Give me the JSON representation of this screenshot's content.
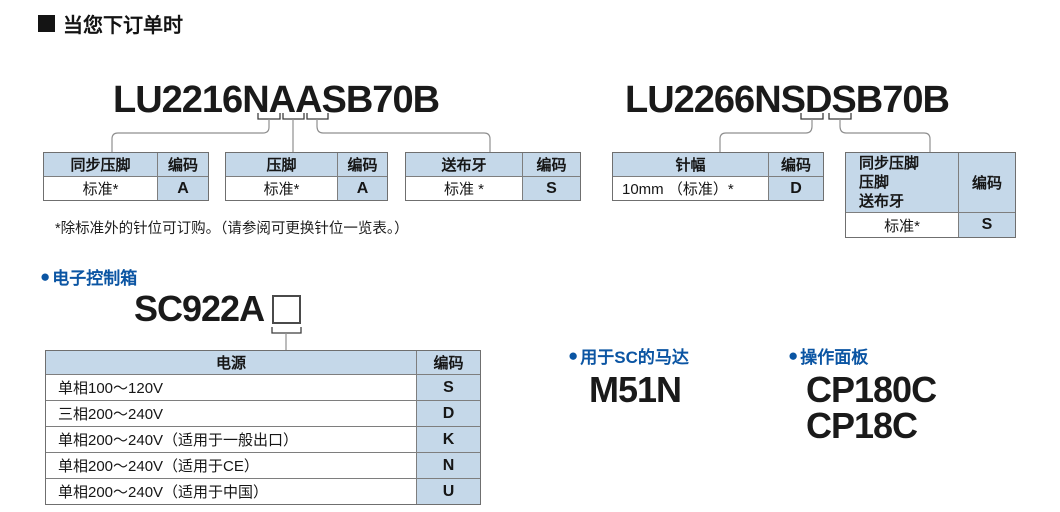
{
  "page": {
    "title": "当您下订单时"
  },
  "colors": {
    "accent_blue": "#0b55a3",
    "cell_blue": "#c5d8e9"
  },
  "lu2216": {
    "model": "LU2216NAASB70B",
    "table_sync_presser": {
      "h1": "同步压脚",
      "h2": "编码",
      "v1": "标准*",
      "v2": "A"
    },
    "table_presser": {
      "h1": "压脚",
      "h2": "编码",
      "v1": "标准*",
      "v2": "A"
    },
    "table_feed_dog": {
      "h1": "送布牙",
      "h2": "编码",
      "v1": "标准 *",
      "v2": "S"
    },
    "note": "*除标准外的针位可订购。（请参阅可更换针位一览表。）"
  },
  "lu2266": {
    "model": "LU2266NSDSB70B",
    "table_needle_gauge": {
      "h1": "针幅",
      "h2": "编码",
      "v1": "10mm （标准）*",
      "v2": "D"
    },
    "table_combined": {
      "h1_lines": [
        "同步压脚",
        "压脚",
        "送布牙"
      ],
      "h2": "编码",
      "v1": "标准*",
      "v2": "S"
    }
  },
  "control_box": {
    "bullet": "●",
    "label": "电子控制箱",
    "model": "SC922A",
    "power_table": {
      "h1": "电源",
      "h2": "编码",
      "rows": [
        {
          "label": "单相100～120V",
          "code": "S"
        },
        {
          "label": "三相200～240V",
          "code": "D"
        },
        {
          "label": "单相200～240V（适用于一般出口）",
          "code": "K"
        },
        {
          "label": "单相200～240V（适用于CE）",
          "code": "N"
        },
        {
          "label": "单相200～240V（适用于中国）",
          "code": "U"
        }
      ]
    }
  },
  "motor": {
    "bullet": "●",
    "label": "用于SC的马达",
    "model": "M51N"
  },
  "panel": {
    "bullet": "●",
    "label": "操作面板",
    "model1": "CP180C",
    "model2": "CP18C"
  }
}
